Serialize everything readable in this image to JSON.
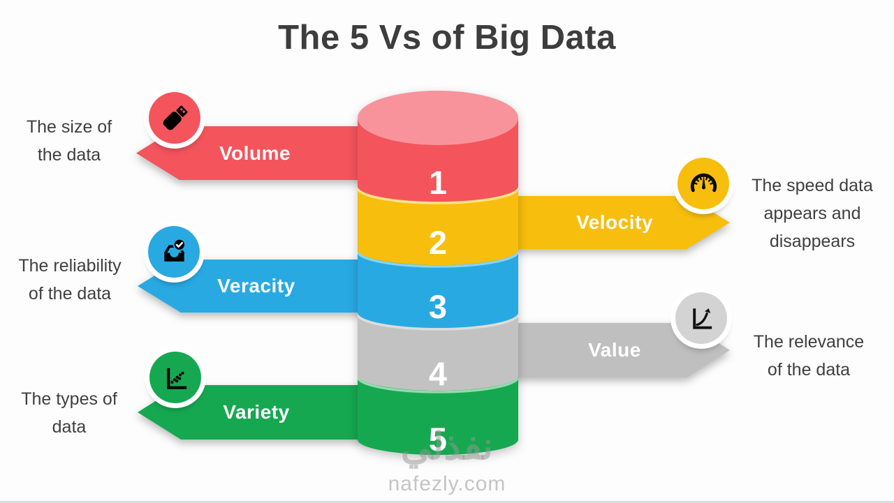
{
  "title": "The 5 Vs of Big Data",
  "items": [
    {
      "label": "Volume",
      "desc_lines": [
        "The size of",
        "the data"
      ],
      "side": "left",
      "color": "#f4545c",
      "circle_color": "#f4545c",
      "icon": "usb-drive-icon"
    },
    {
      "label": "Velocity",
      "desc_lines": [
        "The speed data",
        "appears and",
        "disappears"
      ],
      "side": "right",
      "color": "#f7be0d",
      "circle_color": "#f7be0d",
      "icon": "speedometer-icon"
    },
    {
      "label": "Veracity",
      "desc_lines": [
        "The reliability",
        "of the data"
      ],
      "side": "left",
      "color": "#29a9e2",
      "circle_color": "#29a9e2",
      "icon": "inbox-check-icon"
    },
    {
      "label": "Value",
      "desc_lines": [
        "The relevance",
        "of the data"
      ],
      "side": "right",
      "color": "#bfbfbf",
      "circle_color": "#d3d3d3",
      "icon": "growth-chart-icon"
    },
    {
      "label": "Variety",
      "desc_lines": [
        "The types of",
        "data"
      ],
      "side": "left",
      "color": "#16a851",
      "circle_color": "#16a851",
      "icon": "scatter-plot-icon"
    }
  ],
  "cylinder": {
    "numbers": [
      "1",
      "2",
      "3",
      "4",
      "5"
    ],
    "band_colors": [
      "#f4545c",
      "#f7be0d",
      "#29a9e2",
      "#c2c2c2",
      "#16a851"
    ],
    "top_color": "#f8939b",
    "rim_highlight_colors": [
      "#ffe18c",
      "#85d4f2",
      "#dcdcdc",
      "#8fdcab"
    ]
  },
  "watermark": {
    "logo": "نفذلي",
    "site": "nafezly.com"
  },
  "text_color": "#3f3f3f",
  "title_color": "#3d3d3d",
  "background_color": "#fdfdfd"
}
